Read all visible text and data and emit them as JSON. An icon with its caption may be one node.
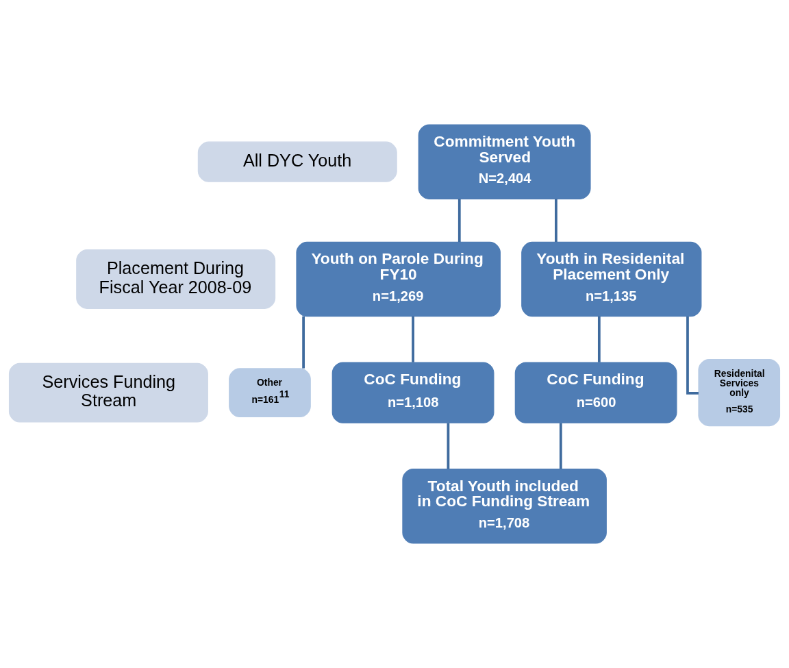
{
  "diagram": {
    "nodes": [
      {
        "text": [
          "All DYC Youth"
        ]
      },
      {
        "text": [
          "Placement During Fiscal Year 2008-09"
        ]
      },
      {
        "text": [
          "Services Funding Stream"
        ]
      },
      {
        "text": [
          "Commitment Youth Served",
          "N=2,404"
        ]
      },
      {
        "text": [
          "Youth on Parole During FY10",
          "n=1,269"
        ]
      },
      {
        "text": [
          "Youth in Residenital Placement Only",
          "n=1,135"
        ]
      },
      {
        "text": [
          "Other",
          "n=161$^{11}$"
        ]
      },
      {
        "text": [
          "CoC Funding",
          "n=1,108"
        ]
      },
      {
        "text": [
          "CoC Funding",
          "n=600"
        ]
      },
      {
        "text": [
          "Residenital Services only",
          "n=535"
        ]
      },
      {
        "text": [
          "Total Youth included in CoC Funding Stream",
          "n=1,708"
        ]
      }
    ],
    "edges": [
      {
        "from": 3,
        "to": 4,
        "arrow": "none"
      },
      {
        "from": 3,
        "to": 5,
        "arrow": "none"
      },
      {
        "from": 4,
        "to": 6,
        "arrow": "none"
      },
      {
        "from": 4,
        "to": 7,
        "arrow": "none"
      },
      {
        "from": 5,
        "to": 8,
        "arrow": "none"
      },
      {
        "from": 5,
        "to": 9,
        "arrow": "none"
      },
      {
        "from": 7,
        "to": 10,
        "arrow": "none"
      },
      {
        "from": 8,
        "to": 10,
        "arrow": "none"
      }
    ]
  }
}
